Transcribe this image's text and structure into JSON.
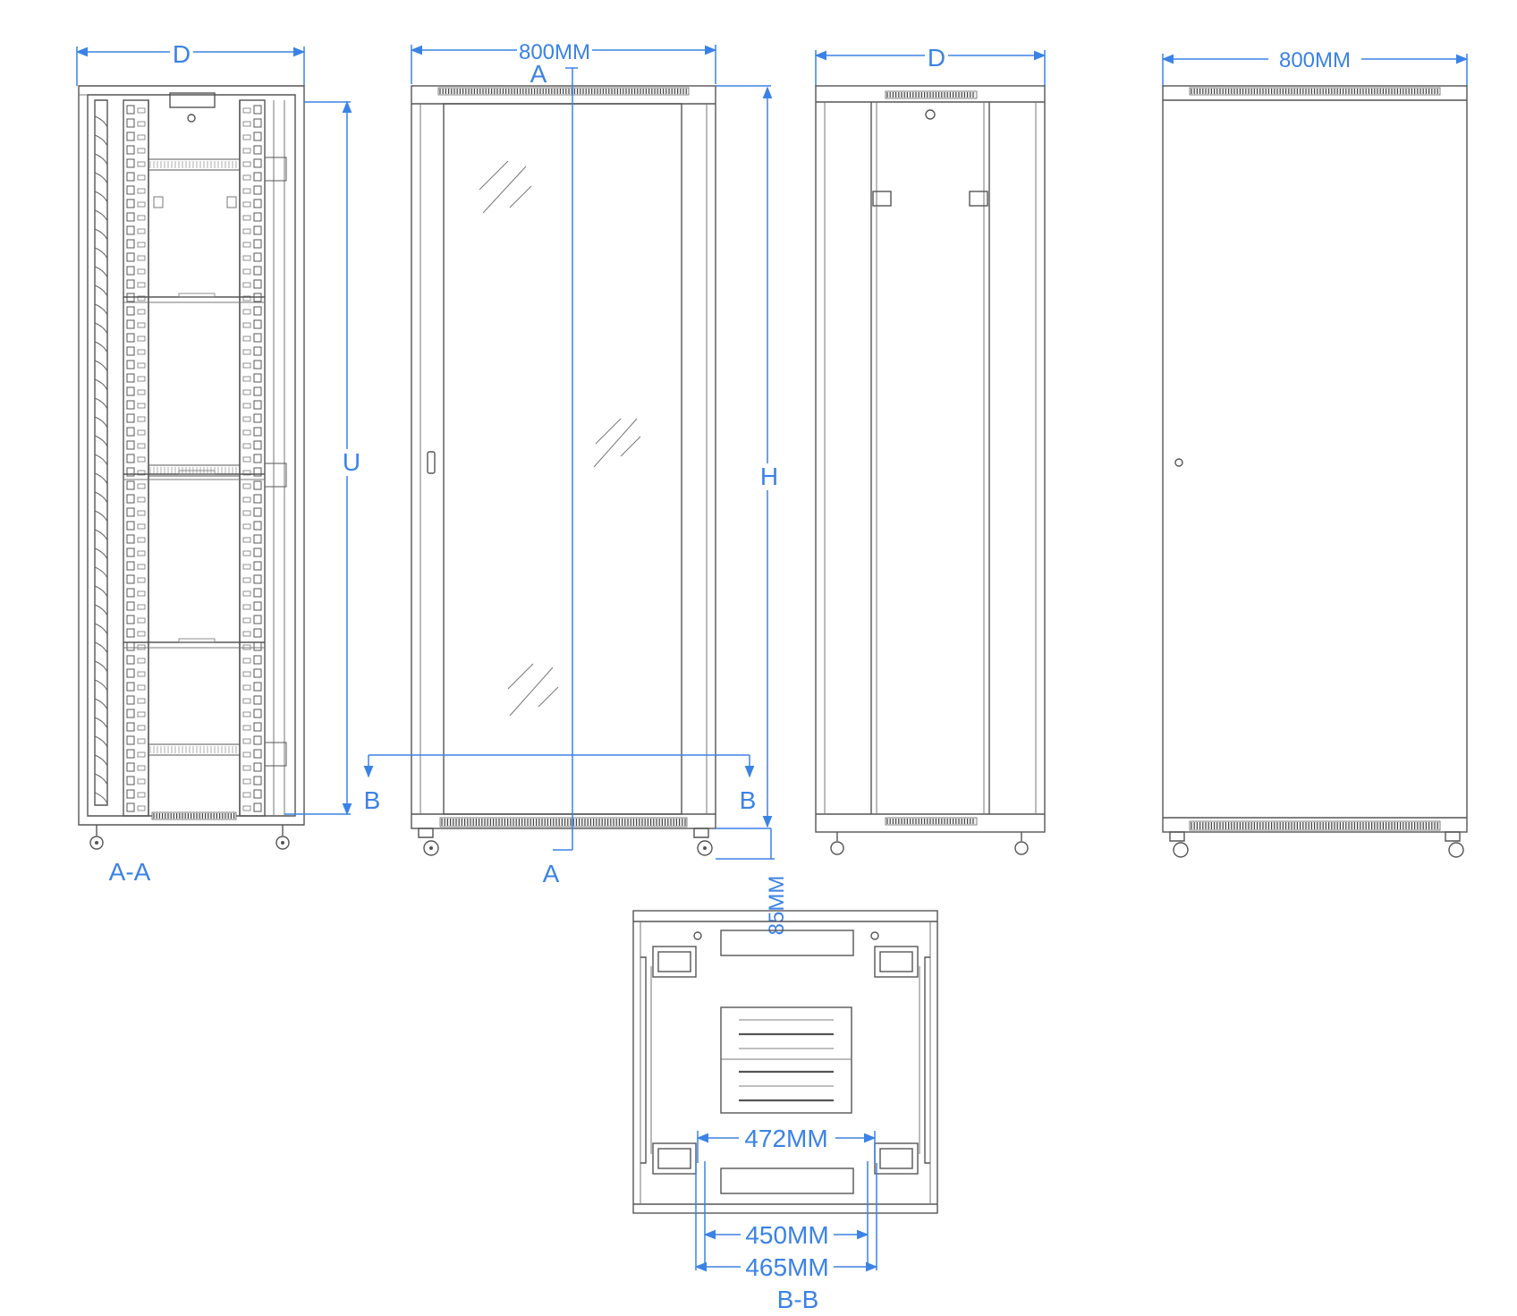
{
  "labels": {
    "front_depth": "D",
    "front_height_units": "U",
    "section_aa": "A-A",
    "door_width": "800MM",
    "section_a_top": "A",
    "section_a_bottom": "A",
    "section_b_left": "B",
    "section_b_right": "B",
    "height": "H",
    "foot_height": "85MM",
    "side_depth": "D",
    "back_width": "800MM",
    "base_width_472": "472MM",
    "base_width_450": "450MM",
    "base_width_465": "465MM",
    "section_bb": "B-B"
  },
  "colors": {
    "dimension": "#3b82e6",
    "line": "#555555"
  }
}
